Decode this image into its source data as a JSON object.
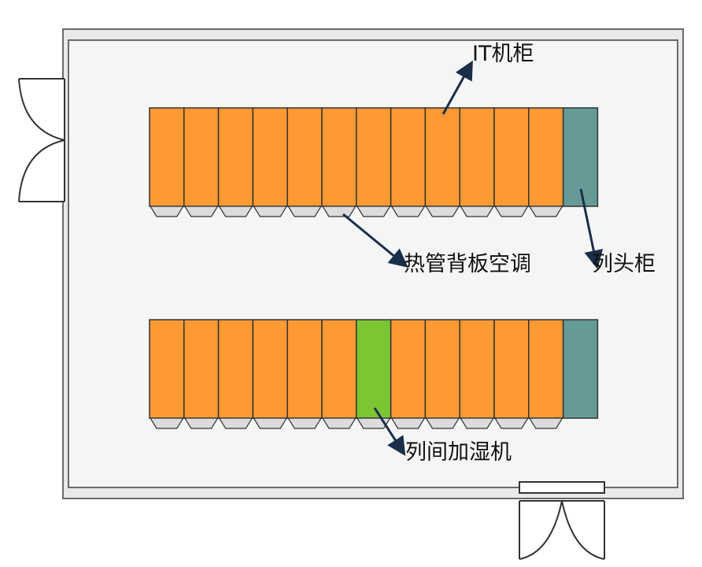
{
  "labels": {
    "it_cabinet": "IT机柜",
    "heat_pipe_ac": "热管背板空调",
    "head_cabinet": "列头柜",
    "humidifier": "列间加湿机"
  },
  "rows": [
    {
      "cabinets": [
        "it",
        "it",
        "it",
        "it",
        "it",
        "it",
        "it",
        "it",
        "it",
        "it",
        "it",
        "it",
        "head"
      ]
    },
    {
      "cabinets": [
        "it",
        "it",
        "it",
        "it",
        "it",
        "it",
        "humidifier",
        "it",
        "it",
        "it",
        "it",
        "it",
        "head"
      ]
    }
  ],
  "colors": {
    "it": "#ff9933",
    "humidifier": "#7dc633",
    "head": "#659a96",
    "outline": "#333333",
    "ac_unit": "#dcdcdc",
    "room_floor": "#f4f5f5",
    "wall": "#e8e9ea",
    "arrow": "#1a2e4a"
  },
  "icons": {
    "door_left": "double-swing-door-icon",
    "door_bottom": "double-swing-door-icon"
  }
}
